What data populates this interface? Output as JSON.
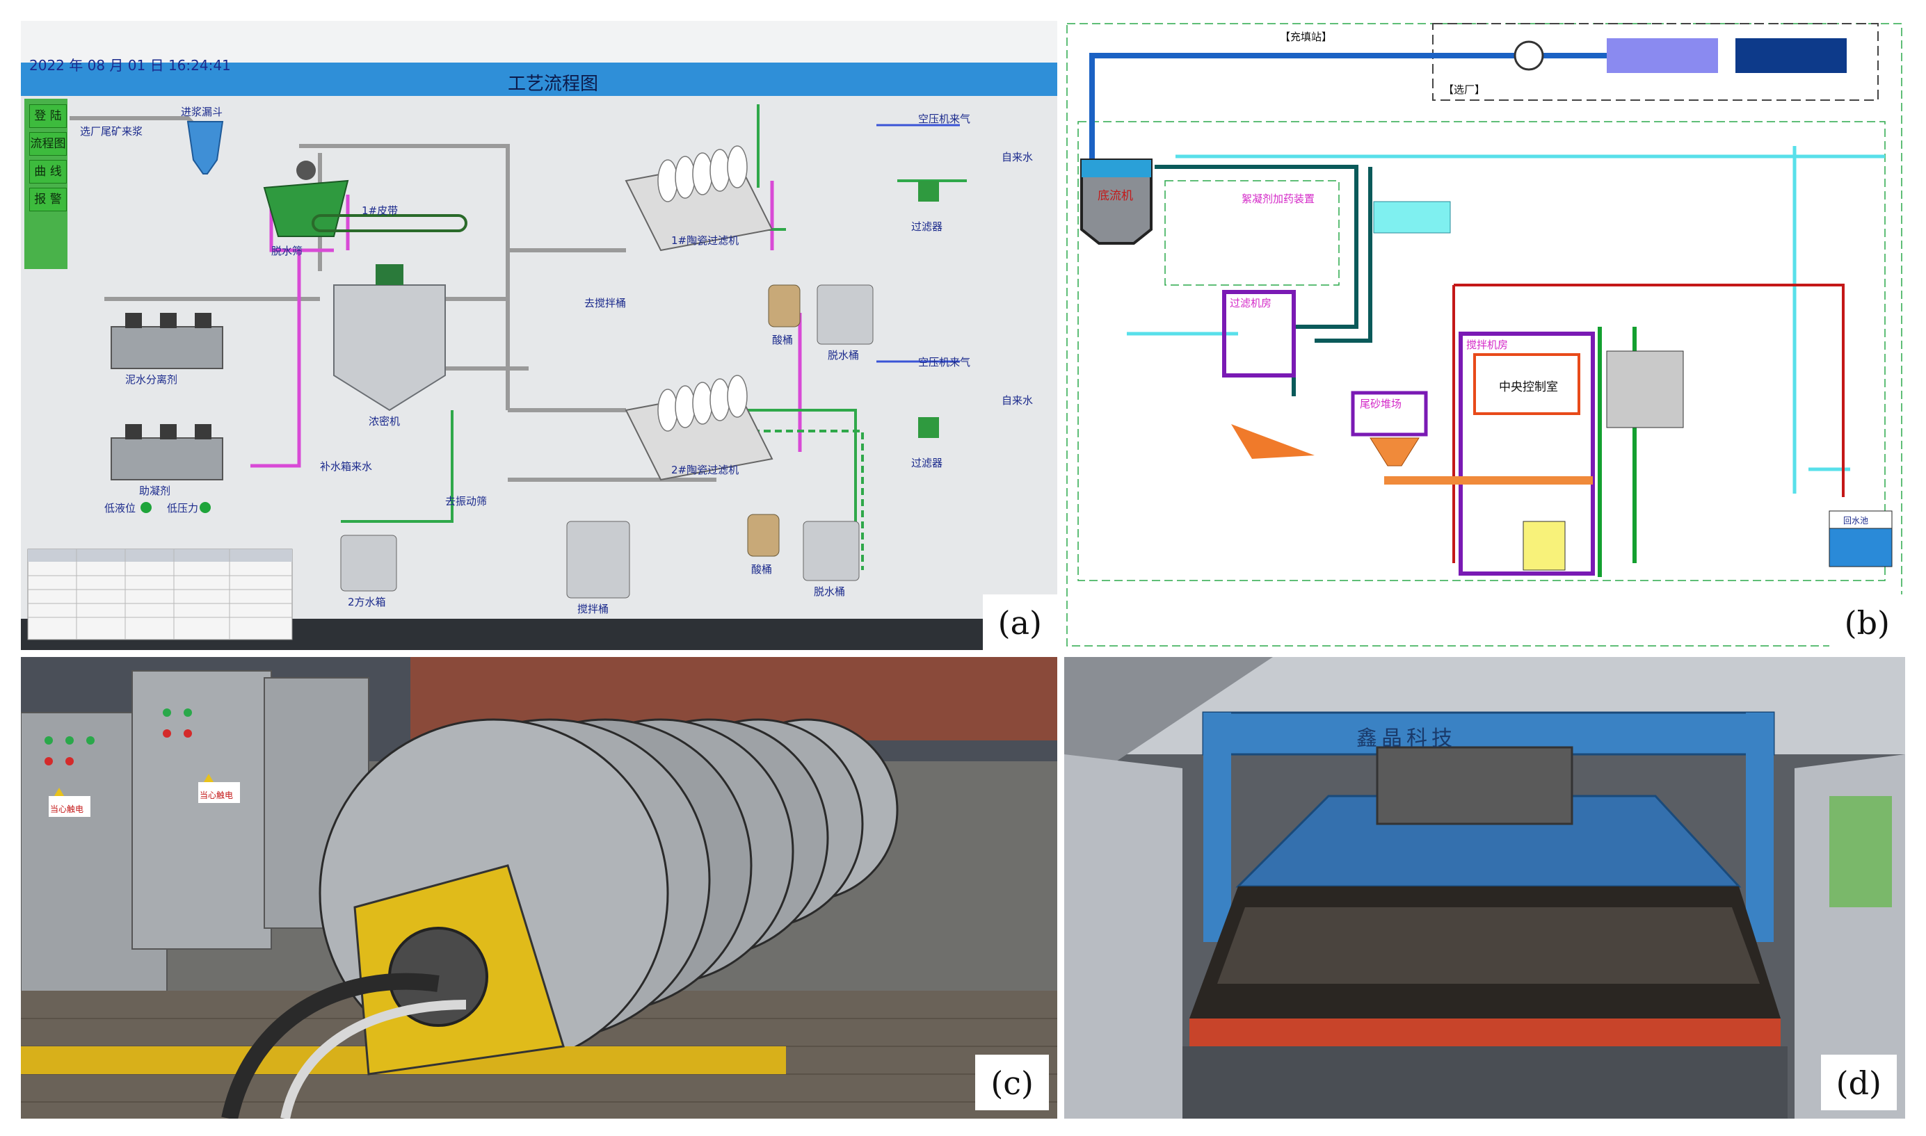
{
  "panel_a": {
    "label": "(a)",
    "screen": {
      "datetime": "2022 年 08 月 01 日   16:24:41",
      "title": "工艺流程图",
      "side_buttons": [
        "登 陆",
        "流程图",
        "曲 线",
        "报 警"
      ],
      "labels": {
        "inlet_hopper": "进浆漏斗",
        "tailings_in": "选厂尾矿来浆",
        "dewater_screen": "脱水筛",
        "belt": "1#皮带",
        "thickener": "浓密机",
        "mud_separator": "泥水分离剂",
        "flocculant": "助凝剂",
        "filter1": "1#陶瓷过滤机",
        "filter2": "2#陶瓷过滤机",
        "acid1": "酸桶",
        "acid2": "酸桶",
        "dewater_tank1": "脱水桶",
        "dewater_tank2": "脱水桶",
        "filter_unit1": "过滤器",
        "filter_unit2": "过滤器",
        "air1": "空压机来气",
        "air2": "空压机来气",
        "tap1": "自来水",
        "tap2": "自来水",
        "water_tank": "2方水箱",
        "mixer": "搅拌桶",
        "makeup_water": "补水箱来水",
        "low_level": "低液位",
        "low_pressure": "低压力",
        "to_mixer": "去搅拌桶",
        "to_vibro": "去振动筛"
      }
    }
  },
  "panel_b": {
    "label": "(b)",
    "labels": {
      "station": "【充填站】",
      "plant": "【选厂】",
      "thickener": "底流机",
      "dosing": "絮凝剂加药装置",
      "filter_room": "过滤机房",
      "mixing_room": "搅拌机房",
      "control_room": "中央控制室",
      "tailings_yard": "尾砂堆场",
      "water_tank": "回水池"
    }
  },
  "panel_c": {
    "label": "(c)",
    "warnings": [
      "当心触电",
      "当心触电"
    ]
  },
  "panel_d": {
    "label": "(d)",
    "brand": "鑫晶科技"
  }
}
